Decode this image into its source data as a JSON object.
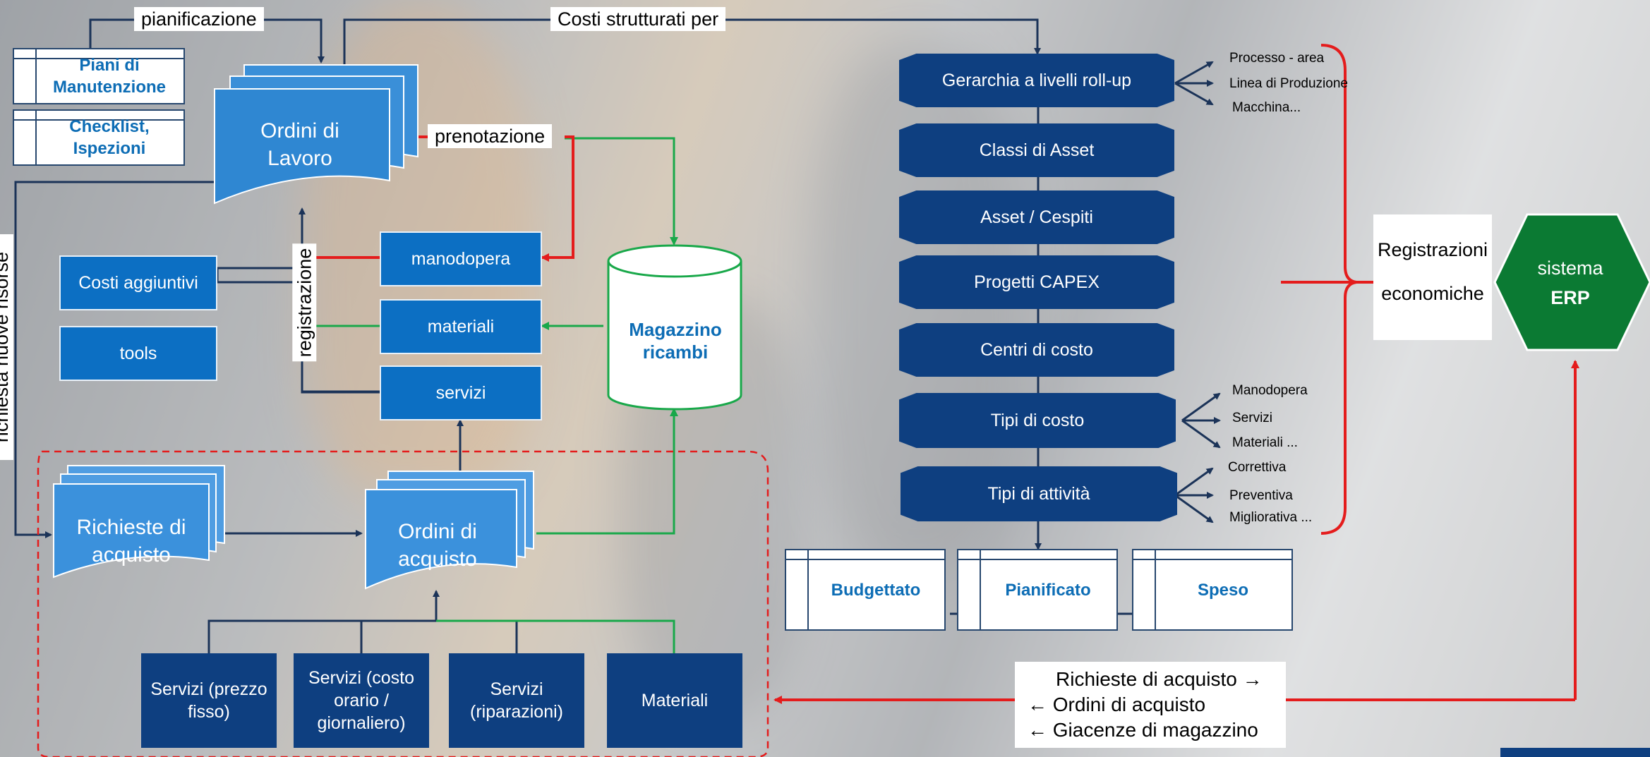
{
  "top_labels": {
    "pianificazione": "pianificazione",
    "costi_strutturati": "Costi strutturati per",
    "prenotazione": "prenotazione"
  },
  "side_labels": {
    "richiesta": "richiesta nuove risorse",
    "registrazione": "registrazione"
  },
  "left": {
    "piani": "Piani di Manutenzione",
    "checklist": "Checklist, Ispezioni",
    "ordini_lavoro": "Ordini di Lavoro",
    "costi_aggiuntivi": "Costi aggiuntivi",
    "tools": "tools",
    "manodopera": "manodopera",
    "materiali": "materiali",
    "servizi": "servizi",
    "magazzino": "Magazzino ricambi",
    "richieste_acquisto": "Richieste di acquisto",
    "ordini_acquisto": "Ordini di acquisto",
    "servizi_fisso": "Servizi (prezzo fisso)",
    "servizi_orario": "Servizi (costo orario / giornaliero)",
    "servizi_riparazioni": "Servizi (riparazioni)",
    "materiali_bottom": "Materiali"
  },
  "hierarchy": [
    "Gerarchia a livelli roll-up",
    "Classi di Asset",
    "Asset  / Cespiti",
    "Progetti CAPEX",
    "Centri di costo",
    "Tipi di costo",
    "Tipi di attività"
  ],
  "branches": {
    "gerarchia": [
      "Processo - area",
      "Linea di Produzione",
      "Macchina..."
    ],
    "costo": [
      "Manodopera",
      "Servizi",
      "Materiali ..."
    ],
    "attivita": [
      "Correttiva",
      "Preventiva",
      "Migliorativa ..."
    ]
  },
  "budget": [
    "Budgettato",
    "Pianificato",
    "Speso"
  ],
  "registrazioni": [
    "Registrazioni",
    "economiche"
  ],
  "erp": [
    "sistema",
    "ERP"
  ],
  "erp_exchange": [
    "Richieste di acquisto →",
    "← Ordini di acquisto",
    "← Giacenze di magazzino"
  ],
  "colors": {
    "navy": "#0e3f80",
    "mid": "#0c6fc3",
    "green": "#0b7a33",
    "red": "#e41c1c",
    "flow_green": "#19a84a",
    "dark_line": "#1b3358"
  }
}
